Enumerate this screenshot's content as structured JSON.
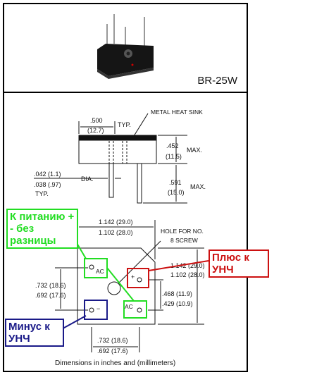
{
  "part_number": "BR-25W",
  "caption": "Dimensions in inches and (millimeters)",
  "side_view": {
    "typ_width_in": ".500",
    "typ_width_mm": "(12.7)",
    "typ_label": "TYP.",
    "heat_sink_label": "METAL HEAT SINK",
    "height_in": ".452",
    "height_mm": "(11.5)",
    "height_label": "MAX.",
    "lead_max_in": ".042 (1.1)",
    "lead_min_in": ".038 (.97)",
    "lead_dia_label": "DIA.",
    "lead_typ_label": "TYP.",
    "lead_len_in": ".591",
    "lead_len_mm": "(15.0)",
    "lead_len_label": "MAX."
  },
  "top_view": {
    "width_max": "1.142 (29.0)",
    "width_min": "1.102 (28.0)",
    "hole_line1": "HOLE FOR NO.",
    "hole_line2": "8 SCREW",
    "height_max": "1.142 (29.0)",
    "height_min": "1.102 (28.0)",
    "left_max": ".732 (18.6)",
    "left_min": ".692 (17.6)",
    "pin_sp_max": ".468 (11.9)",
    "pin_sp_min": ".429 (10.9)",
    "bottom_max": ".732 (18.6)",
    "bottom_min": ".692 (17.6)",
    "ac_label": "AC",
    "plus": "+",
    "minus": "−"
  },
  "annotations": {
    "power": "К питанию + - без разницы",
    "plus_amp": "Плюс к УНЧ",
    "minus_amp": "Минус к УНЧ"
  },
  "colors": {
    "green": "#22dd22",
    "red": "#cc1111",
    "blue": "#1a1a88"
  }
}
